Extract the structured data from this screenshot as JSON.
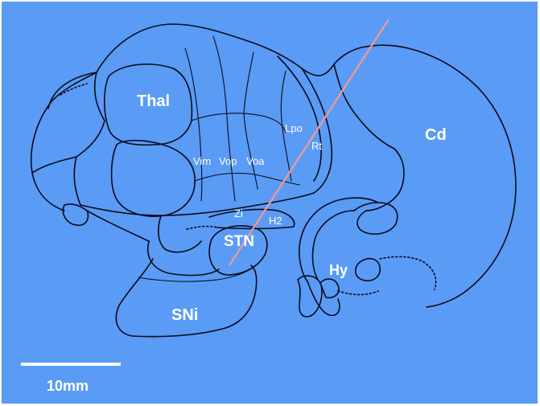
{
  "colors": {
    "background": "#ffffff",
    "panel": "#5a9bf5",
    "outline": "#0a0a1a",
    "trajectory": "#e89a9a",
    "text": "#ffffff"
  },
  "labels": {
    "thal": "Thal",
    "cd": "Cd",
    "lpo": "Lpo",
    "rt": "Rt",
    "vim": "Vim",
    "vop": "Vop",
    "voa": "Voa",
    "zi": "Zi",
    "h2": "H2",
    "stn": "STN",
    "hy": "Hy",
    "sni": "SNi"
  },
  "scale_bar": {
    "label": "10mm"
  }
}
